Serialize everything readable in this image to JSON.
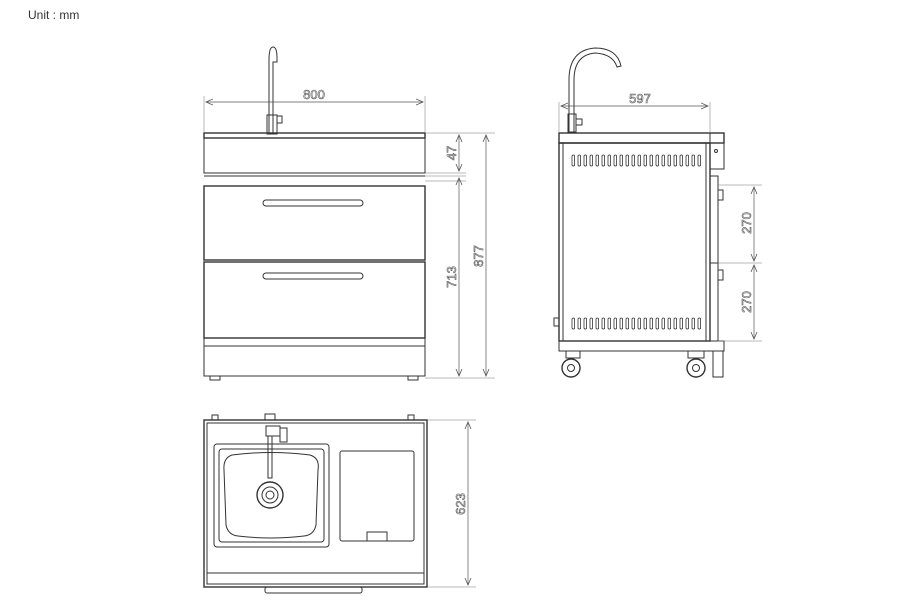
{
  "unit_label": "Unit : mm",
  "dimensions": {
    "front_width": "800",
    "front_top_height": "47",
    "front_cabinet_height": "713",
    "front_total_height": "877",
    "side_depth": "597",
    "side_drawer_upper": "270",
    "side_drawer_lower": "270",
    "top_depth": "623"
  },
  "colors": {
    "line": "#333333",
    "dimension": "#555555",
    "background": "#ffffff"
  }
}
